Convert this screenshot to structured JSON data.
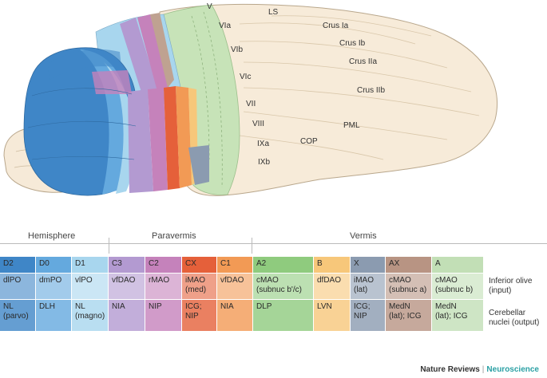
{
  "brain_labels": {
    "V": "V",
    "LS": "LS",
    "VIa": "VIa",
    "VIb": "VIb",
    "VIc": "VIc",
    "VII": "VII",
    "VIII": "VIII",
    "IXa": "IXa",
    "IXb": "IXb",
    "CrusIa": "Crus Ia",
    "CrusIb": "Crus Ib",
    "CrusIIa": "Crus IIa",
    "CrusIIb": "Crus IIb",
    "PML": "PML",
    "COP": "COP"
  },
  "groups": {
    "hemisphere": "Hemisphere",
    "paravermis": "Paravermis",
    "vermis": "Vermis"
  },
  "row_labels": {
    "input": "Inferior olive\n(input)",
    "output": "Cerebellar\nnuclei (output)"
  },
  "columns": [
    {
      "name": "D2",
      "olive": "dlPO",
      "nucleus": "NL\n(parvo)",
      "color": "#3f86c7"
    },
    {
      "name": "D0",
      "olive": "dmPO",
      "nucleus": "DLH",
      "color": "#64a9de"
    },
    {
      "name": "D1",
      "olive": "vlPO",
      "nucleus": "NL\n(magno)",
      "color": "#a8d6ee"
    },
    {
      "name": "C3",
      "olive": "vfDAO",
      "nucleus": "NIA",
      "color": "#b39ad1"
    },
    {
      "name": "C2",
      "olive": "rMAO",
      "nucleus": "NIP",
      "color": "#c582bb"
    },
    {
      "name": "CX",
      "olive": "iMAO\n(med)",
      "nucleus": "ICG;\nNIP",
      "color": "#e5603a"
    },
    {
      "name": "C1",
      "olive": "vfDAO",
      "nucleus": "NIA",
      "color": "#f29a55"
    },
    {
      "name": "A2",
      "olive": "cMAO\n(subnuc b'/c)",
      "nucleus": "DLP",
      "color": "#8fcb7e"
    },
    {
      "name": "B",
      "olive": "dfDAO",
      "nucleus": "LVN",
      "color": "#f7c77a"
    },
    {
      "name": "X",
      "olive": "iMAO\n(lat)",
      "nucleus": "ICG;\nNIP",
      "color": "#8b9bb0"
    },
    {
      "name": "AX",
      "olive": "cMAO\n(subnuc a)",
      "nucleus": "MedN\n(lat); ICG",
      "color": "#b89483"
    },
    {
      "name": "A",
      "olive": "cMAO\n(subnuc b)",
      "nucleus": "MedN\n(lat); ICG",
      "color": "#c2dfb6"
    }
  ],
  "credit": {
    "journal": "Nature Reviews",
    "section": "Neuroscience"
  }
}
